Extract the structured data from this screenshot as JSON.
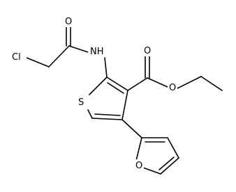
{
  "structure": {
    "atoms": {
      "cl": "Cl",
      "o_amide": "O",
      "nh": "NH",
      "s": "S",
      "o_carbonyl": "O",
      "o_ester": "O",
      "o_furan": "O"
    }
  }
}
